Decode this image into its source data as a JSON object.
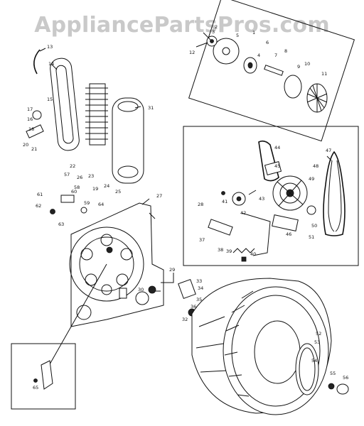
{
  "watermark": "AppliancePartsPros.com",
  "colors": {
    "ink": "#111111",
    "watermark": "#c9c9c9",
    "background": "#ffffff"
  },
  "callouts": [
    "1",
    "2",
    "3",
    "4",
    "5",
    "6",
    "7",
    "8",
    "9",
    "10",
    "11",
    "12",
    "13",
    "14",
    "15",
    "16",
    "17",
    "18",
    "19",
    "20",
    "21",
    "22",
    "23",
    "24",
    "25",
    "26",
    "27",
    "28",
    "29",
    "30",
    "31",
    "32",
    "33",
    "34",
    "35",
    "36",
    "37",
    "38",
    "39",
    "40",
    "41",
    "42",
    "43",
    "44",
    "45",
    "46",
    "47",
    "48",
    "49",
    "50",
    "51",
    "52",
    "53",
    "54",
    "55",
    "56",
    "57",
    "58",
    "59",
    "60",
    "61",
    "62",
    "63",
    "64",
    "65"
  ]
}
